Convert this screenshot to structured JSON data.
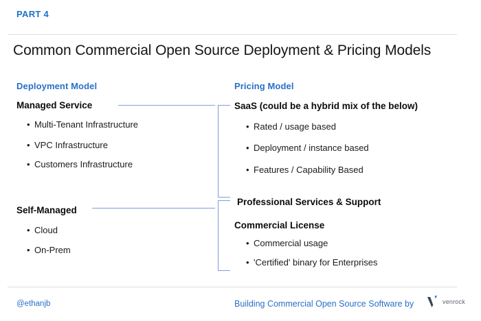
{
  "header": {
    "part_label": "PART 4",
    "title": "Common Commercial Open Source Deployment & Pricing Models"
  },
  "columns": {
    "left": {
      "heading": "Deployment Model",
      "groups": [
        {
          "title": "Managed Service",
          "bullets": [
            "Multi-Tenant Infrastructure",
            "VPC Infrastructure",
            "Customers Infrastructure"
          ]
        },
        {
          "title": "Self-Managed",
          "bullets": [
            "Cloud",
            "On-Prem"
          ]
        }
      ]
    },
    "right": {
      "heading": "Pricing Model",
      "groups": [
        {
          "title": "SaaS (could be a hybrid mix of the below)",
          "bullets": [
            "Rated / usage based",
            "Deployment / instance based",
            "Features / Capability Based"
          ]
        },
        {
          "title": "Professional Services & Support",
          "bullets": []
        },
        {
          "title": "Commercial License",
          "bullets": [
            "Commercial usage",
            "'Certified' binary for Enterprises"
          ]
        }
      ]
    }
  },
  "bullet_glyph": "•",
  "footer": {
    "handle": "@ethanjb",
    "caption": "Building Commercial Open Source Software",
    "by": "by",
    "brand_name": "venrock"
  },
  "colors": {
    "accent_blue": "#2a6fc9",
    "part_blue": "#1a73c8",
    "connector_blue": "#7d9fd6",
    "rule_gray": "#dddddd",
    "text_black": "#111111",
    "brand_dark": "#3b4654"
  }
}
